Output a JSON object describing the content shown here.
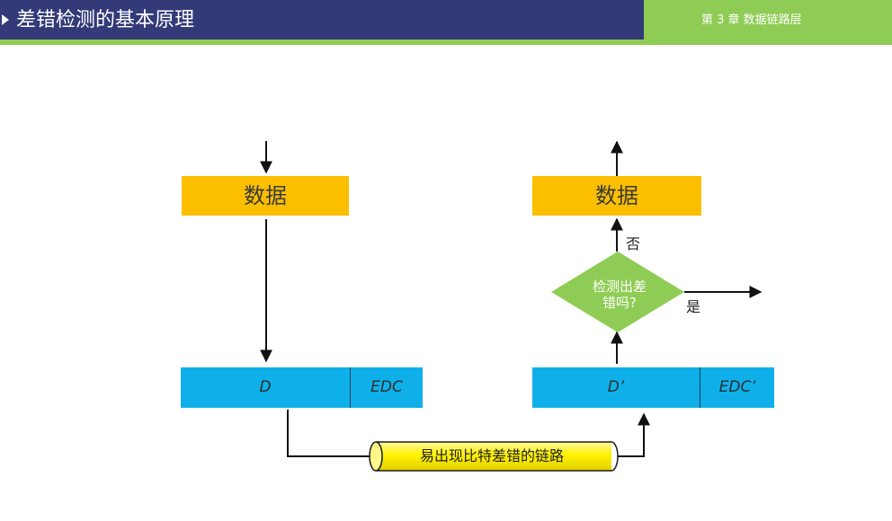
{
  "header": {
    "title": "差错检测的基本原理",
    "chapter": "第 3 章  数据链路层"
  },
  "diagram": {
    "sender_data": "数据",
    "receiver_data": "数据",
    "sender_frame": {
      "d": "D",
      "edc": "EDC"
    },
    "receiver_frame": {
      "d": "D’",
      "edc": "EDC’"
    },
    "decision": {
      "line1": "检测出差",
      "line2": "错吗?"
    },
    "no_label": "否",
    "yes_label": "是",
    "channel_label": "易出现比特差错的链路"
  },
  "colors": {
    "header_bg": "#333a77",
    "accent_green": "#8fcc55",
    "data_box": "#fbbf00",
    "frame_box": "#0fb0ea",
    "decision": "#8fcc55",
    "channel": "#fff200"
  }
}
